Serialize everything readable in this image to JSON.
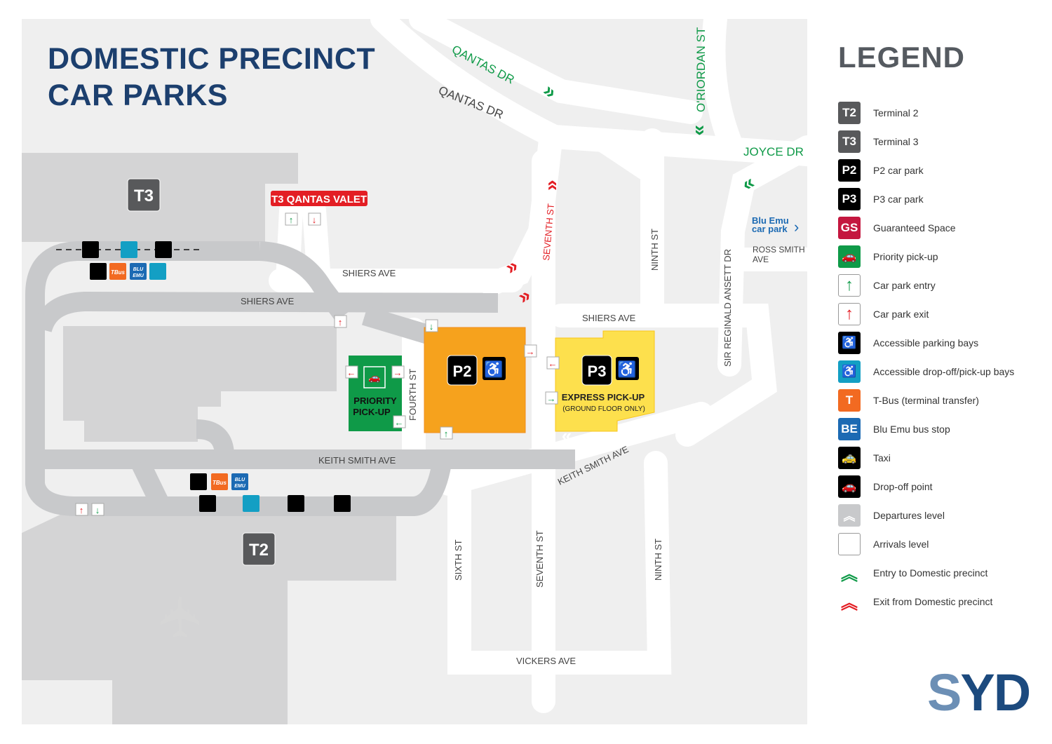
{
  "title": {
    "line1": "DOMESTIC PRECINCT",
    "line2": "CAR PARKS"
  },
  "map": {
    "streets": {
      "qantas_dr_entry": "QANTAS DR",
      "qantas_dr": "QANTAS DR",
      "oriordan_st": "O'RIORDAN ST",
      "joyce_dr": "JOYCE DR",
      "seventh_st_top": "SEVENTH ST",
      "ninth_st_top": "NINTH ST",
      "sir_reginald": "SIR REGINALD ANSETT DR",
      "ross_smith_1": "ROSS SMITH",
      "ross_smith_2": "AVE",
      "shiers_ave_upper": "SHIERS AVE",
      "shiers_ave_lower": "SHIERS AVE",
      "shiers_ave_right": "SHIERS AVE",
      "fourth_st": "FOURTH ST",
      "keith_smith_ave": "KEITH SMITH AVE",
      "keith_smith_ave_right": "KEITH SMITH AVE",
      "sixth_st": "SIXTH ST",
      "seventh_st_bottom": "SEVENTH ST",
      "ninth_st_bottom": "NINTH ST",
      "vickers_ave": "VICKERS AVE"
    },
    "blu_emu_link": {
      "line1": "Blu Emu",
      "line2": "car park"
    },
    "t3": "T3",
    "t2": "T2",
    "valet": "T3 QANTAS VALET",
    "p2": "P2",
    "p3": "P3",
    "priority": {
      "line1": "PRIORITY",
      "line2": "PICK-UP"
    },
    "express": {
      "line1": "EXPRESS PICK-UP",
      "line2": "(GROUND FLOOR ONLY)"
    },
    "icon_text": {
      "tbus": "TBus",
      "bluemu1": "BLU",
      "bluemu2": "EMU"
    }
  },
  "legend": {
    "title": "LEGEND",
    "items": [
      {
        "icon": "T2",
        "label": "Terminal 2",
        "color": "#58595b"
      },
      {
        "icon": "T3",
        "label": "Terminal 3",
        "color": "#58595b"
      },
      {
        "icon": "P2",
        "label": "P2 car park",
        "color": "#000000"
      },
      {
        "icon": "P3",
        "label": "P3 car park",
        "color": "#000000"
      },
      {
        "icon": "GS",
        "label": "Guaranteed Space",
        "color": "#c4173f"
      },
      {
        "icon": "priority-pickup",
        "label": "Priority pick-up",
        "color": "#0f9a48"
      },
      {
        "icon": "entry-arrow",
        "label": "Car park entry",
        "color": "#0f9a48"
      },
      {
        "icon": "exit-arrow",
        "label": "Car park exit",
        "color": "#e31e24"
      },
      {
        "icon": "accessible",
        "label": "Accessible parking bays",
        "color": "#000000"
      },
      {
        "icon": "accessible-dropoff",
        "label": "Accessible drop-off/pick-up bays",
        "color": "#139fc4"
      },
      {
        "icon": "tbus",
        "label": "T-Bus (terminal transfer)",
        "color": "#f26a21"
      },
      {
        "icon": "blu-emu",
        "label": "Blu Emu bus stop",
        "color": "#1c6ab3"
      },
      {
        "icon": "taxi",
        "label": "Taxi",
        "color": "#000000"
      },
      {
        "icon": "drop-off",
        "label": "Drop-off point",
        "color": "#000000"
      },
      {
        "icon": "departures",
        "label": "Departures level",
        "color": "#c8c9cb"
      },
      {
        "icon": "arrivals",
        "label": "Arrivals level",
        "color": "#ffffff"
      },
      {
        "icon": "entry-chevron",
        "label": "Entry to Domestic precinct",
        "color": "#0f9a48"
      },
      {
        "icon": "exit-chevron",
        "label": "Exit from Domestic precinct",
        "color": "#e31e24"
      }
    ]
  },
  "brand": {
    "part1": "S",
    "part2": "YD"
  }
}
